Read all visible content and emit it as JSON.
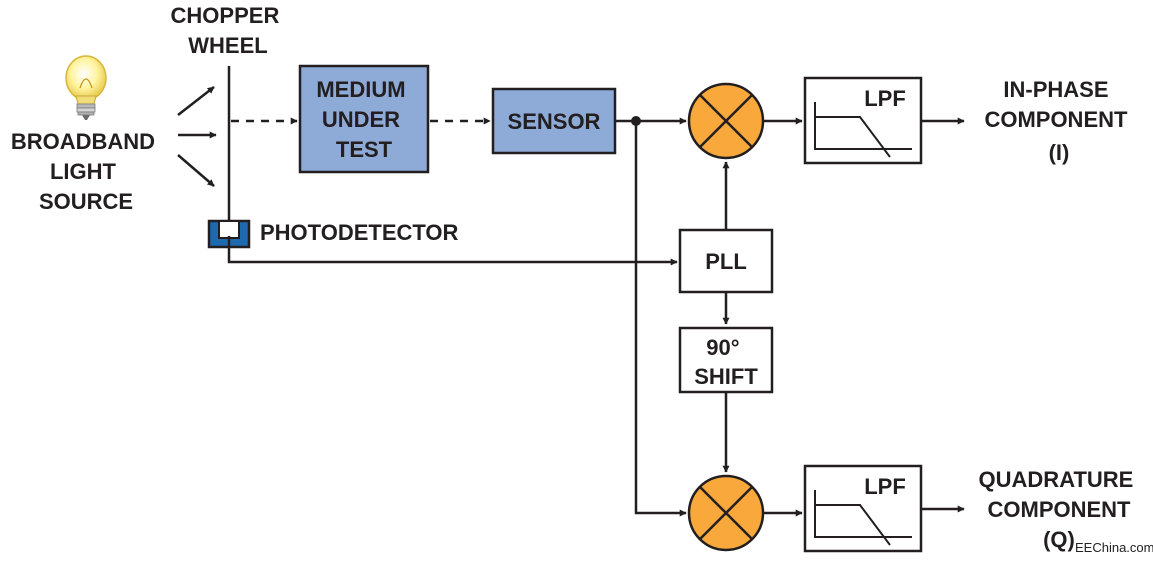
{
  "light_source": {
    "lines": [
      "BROADBAND",
      "LIGHT",
      "SOURCE"
    ],
    "icon": "lightbulb-icon"
  },
  "chopper_wheel": {
    "lines": [
      "CHOPPER",
      "WHEEL"
    ]
  },
  "medium_under_test": {
    "lines": [
      "MEDIUM",
      "UNDER",
      "TEST"
    ]
  },
  "sensor": {
    "label": "SENSOR"
  },
  "photodetector": {
    "label": "PHOTODETECTOR"
  },
  "pll": {
    "label": "PLL"
  },
  "phase_shift": {
    "lines": [
      "90°",
      "SHIFT"
    ]
  },
  "mixer_top": {
    "icon": "mixer-multiply-icon"
  },
  "mixer_bottom": {
    "icon": "mixer-multiply-icon"
  },
  "lpf_top": {
    "label": "LPF",
    "icon": "lowpass-response-icon"
  },
  "lpf_bottom": {
    "label": "LPF",
    "icon": "lowpass-response-icon"
  },
  "output_i": {
    "lines": [
      "IN-PHASE",
      "COMPONENT",
      "(I)"
    ]
  },
  "output_q": {
    "lines": [
      "QUADRATURE",
      "COMPONENT",
      "(Q)"
    ]
  },
  "watermark": "EEChina.com",
  "colors": {
    "block_fill": "#8eaad6",
    "mixer_fill": "#f9a83c",
    "detector_fill": "#1d6ab0",
    "line": "#231f20",
    "bulb_glow": "#fff3a8"
  }
}
